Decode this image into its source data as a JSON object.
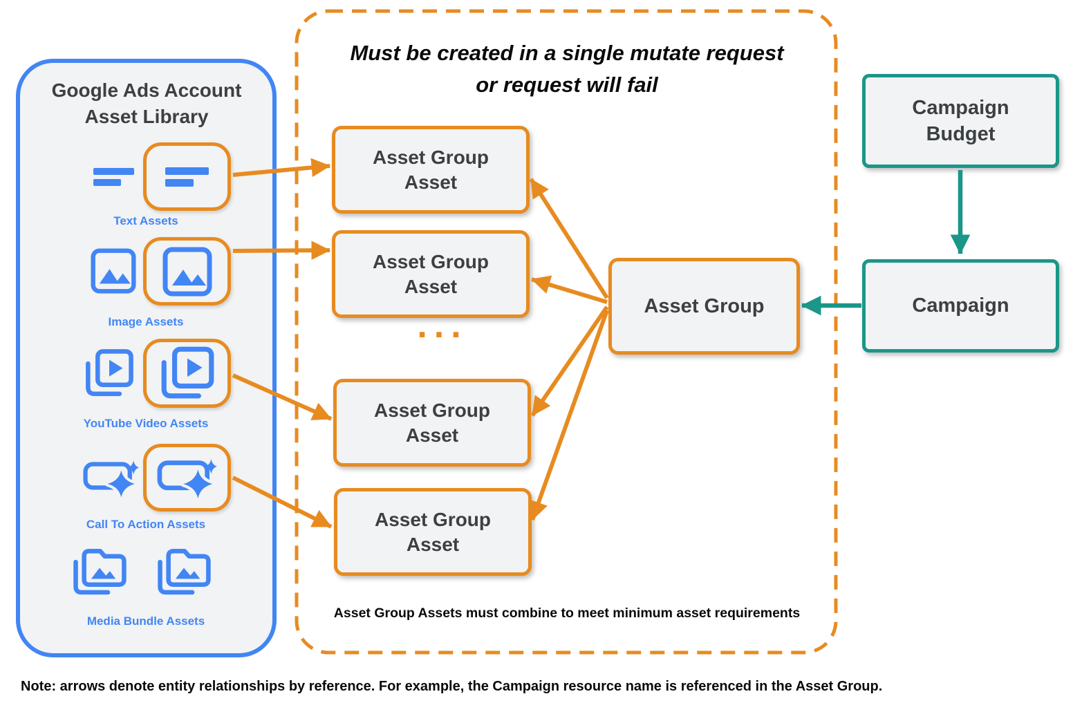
{
  "colors": {
    "blue": "#4285F4",
    "orange": "#E78B21",
    "teal": "#1B9688",
    "box_fill": "#F1F3F4",
    "text_dark": "#3C4043",
    "text_black": "#0A0A0A"
  },
  "library": {
    "title_line1": "Google Ads Account",
    "title_line2": "Asset Library",
    "rows": [
      {
        "label": "Text Assets",
        "icon": "text-asset-icon"
      },
      {
        "label": "Image Assets",
        "icon": "image-asset-icon"
      },
      {
        "label": "YouTube Video  Assets",
        "icon": "youtube-video-asset-icon"
      },
      {
        "label": "Call To Action Assets",
        "icon": "call-to-action-asset-icon"
      },
      {
        "label": "Media Bundle  Assets",
        "icon": "media-bundle-asset-icon"
      }
    ]
  },
  "mutate_group": {
    "title_line1": "Must be created in a single mutate request",
    "title_line2": "or request will fail",
    "asset_group_asset_label": "Asset Group Asset",
    "ellipsis": "...",
    "caption": "Asset Group Assets must combine to meet minimum asset requirements",
    "asset_group_label": "Asset Group"
  },
  "campaign": {
    "budget_label": "Campaign Budget",
    "campaign_label": "Campaign"
  },
  "note": "Note: arrows denote entity relationships by reference. For example, the Campaign resource name is referenced in the Asset Group."
}
